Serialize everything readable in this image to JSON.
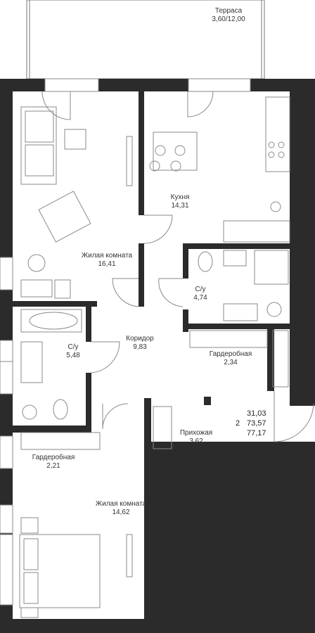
{
  "rooms": {
    "terrace": {
      "name": "Терраса",
      "area": "3,60/12,00"
    },
    "living_1": {
      "name": "Жилая комната",
      "area": "16,41"
    },
    "kitchen": {
      "name": "Кухня",
      "area": "14,31"
    },
    "bath_1": {
      "name": "С/у",
      "area": "4,74"
    },
    "corridor": {
      "name": "Коридор",
      "area": "9,83"
    },
    "bath_2": {
      "name": "С/у",
      "area": "5,48"
    },
    "wardrobe_1": {
      "name": "Гардеробная",
      "area": "2,34"
    },
    "hallway": {
      "name": "Прихожая",
      "area": "3,62"
    },
    "wardrobe_2": {
      "name": "Гардеробная",
      "area": "2,21"
    },
    "living_2": {
      "name": "Жилая комната",
      "area": "14,62"
    }
  },
  "apartment": {
    "rooms_count": "2",
    "area_living": "31,03",
    "area_total": "73,57",
    "area_with_terrace": "77,17"
  },
  "colors": {
    "wall": "#2b2b2b",
    "line": "#888888",
    "text": "#333333"
  }
}
